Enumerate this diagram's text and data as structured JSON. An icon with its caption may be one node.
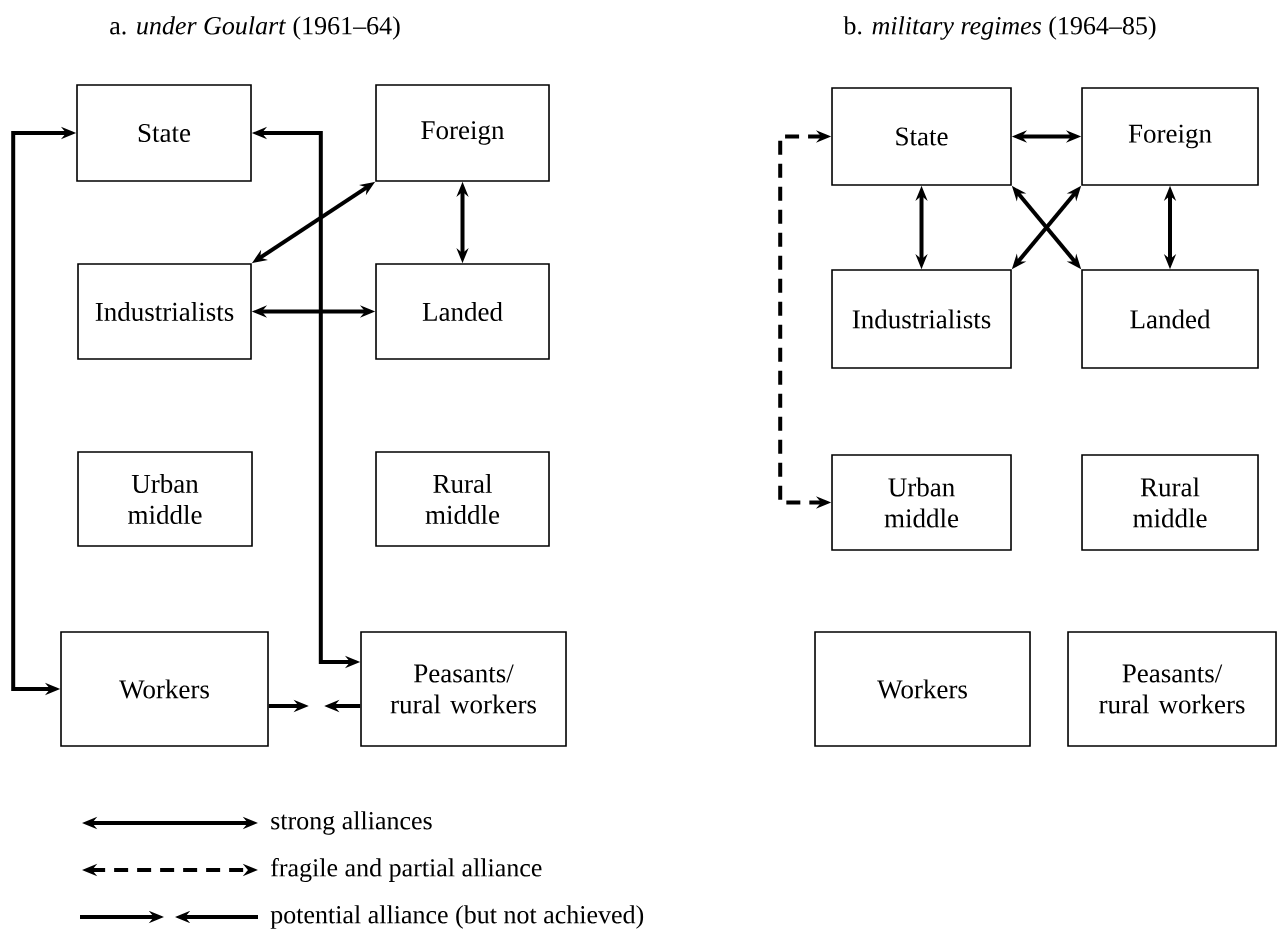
{
  "diagram": {
    "nodes": [
      {
        "text": [
          "State"
        ]
      },
      {
        "text": [
          "Foreign"
        ]
      },
      {
        "text": [
          "Industrialists"
        ]
      },
      {
        "text": [
          "Landed"
        ]
      },
      {
        "text": [
          "Urban middle"
        ]
      },
      {
        "text": [
          "Rural middle"
        ]
      },
      {
        "text": [
          "Workers"
        ]
      },
      {
        "text": [
          "Peasants/ rural workers"
        ]
      },
      {
        "text": [
          "State"
        ]
      },
      {
        "text": [
          "Foreign"
        ]
      },
      {
        "text": [
          "Industrialists"
        ]
      },
      {
        "text": [
          "Landed"
        ]
      },
      {
        "text": [
          "Urban middle"
        ]
      },
      {
        "text": [
          "Rural middle"
        ]
      },
      {
        "text": [
          "Workers"
        ]
      },
      {
        "text": [
          "Peasants/ rural workers"
        ]
      }
    ],
    "edges": [
      {
        "from": 0,
        "to": 6,
        "arrow": "both"
      },
      {
        "from": 0,
        "to": 7,
        "arrow": "both"
      },
      {
        "from": 1,
        "to": 2,
        "arrow": "both"
      },
      {
        "from": 1,
        "to": 3,
        "arrow": "both"
      },
      {
        "from": 2,
        "to": 3,
        "arrow": "both"
      },
      {
        "from": 6,
        "to": null,
        "arrow": "to"
      },
      {
        "from": 7,
        "to": null,
        "arrow": "to"
      },
      {
        "from": 8,
        "to": 9,
        "arrow": "both"
      },
      {
        "from": 8,
        "to": 10,
        "arrow": "both"
      },
      {
        "from": 8,
        "to": 11,
        "arrow": "both"
      },
      {
        "from": 9,
        "to": 10,
        "arrow": "both"
      },
      {
        "from": 9,
        "to": 11,
        "arrow": "both"
      },
      {
        "from": 8,
        "to": 12,
        "arrow": "both",
        "style": "dashed"
      }
    ],
    "labels": [
      "a. *under Goulart* (1961–64)",
      "b. *military regimes* (1964–85)"
    ],
    "legend": [
      {
        "text": "strong alliances"
      },
      {
        "text": "fragile and partial alliance"
      },
      {
        "text": "potential alliance (but not achieved)"
      }
    ]
  }
}
